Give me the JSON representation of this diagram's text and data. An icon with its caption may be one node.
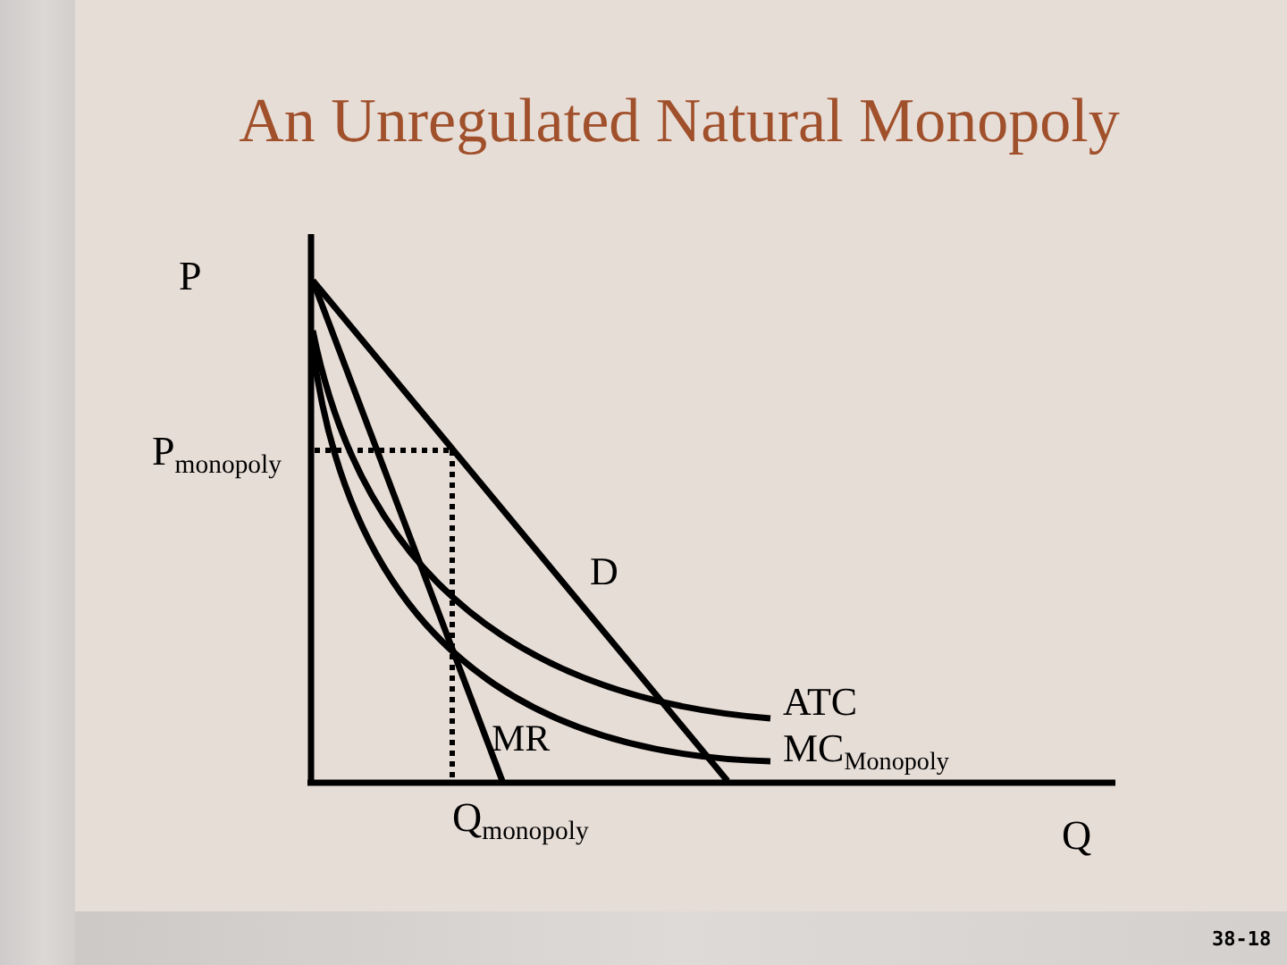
{
  "diagram": {
    "title": "An Unregulated Natural Monopoly",
    "labels": [
      "P",
      "P$_{monopoly}$",
      "D",
      "ATC",
      "MR",
      "MC$_{Monopoly}$",
      "Q$_{monopoly}$",
      "Q",
      "38-18"
    ]
  }
}
